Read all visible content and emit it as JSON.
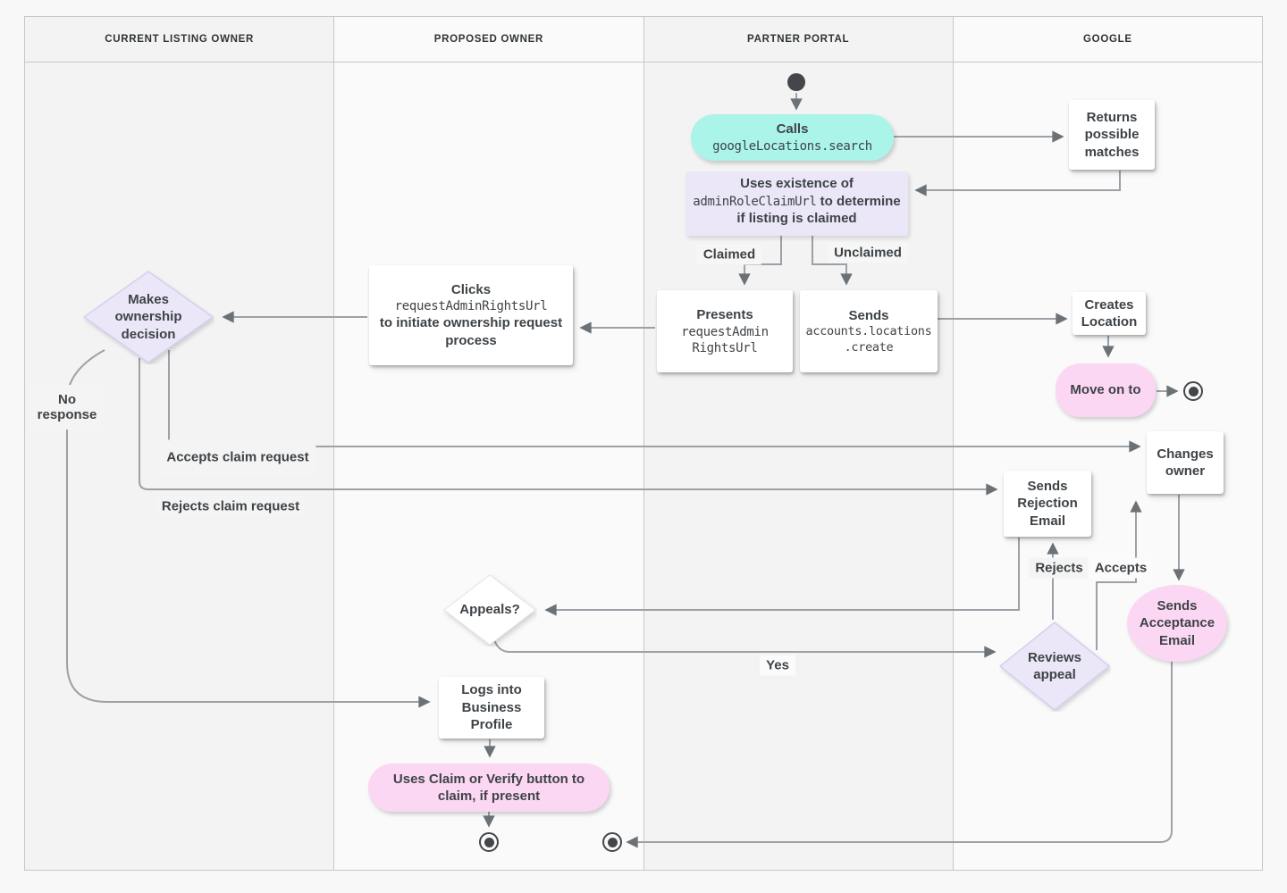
{
  "lanes": [
    {
      "label": "CURRENT LISTING OWNER"
    },
    {
      "label": "PROPOSED OWNER"
    },
    {
      "label": "PARTNER PORTAL"
    },
    {
      "label": "GOOGLE"
    }
  ],
  "nodes": {
    "calls": {
      "title": "Calls",
      "code": "googleLocations.search"
    },
    "returns_matches": {
      "label": "Returns possible matches"
    },
    "uses_existence": {
      "text_before": "Uses existence of ",
      "code": "adminRoleClaimUrl",
      "text_after": " to determine if listing is claimed"
    },
    "presents": {
      "title": "Presents",
      "code": "requestAdmin\nRightsUrl"
    },
    "sends_create": {
      "title": "Sends",
      "code": "accounts.locations\n.create"
    },
    "clicks": {
      "title": "Clicks",
      "code": "requestAdminRightsUrl",
      "text_after": "to initiate ownership request process"
    },
    "makes_decision": {
      "label": "Makes ownership decision"
    },
    "creates_location": {
      "label": "Creates Location"
    },
    "move_on_to": {
      "label": "Move on to"
    },
    "changes_owner": {
      "label": "Changes owner"
    },
    "sends_rejection": {
      "label": "Sends Rejection Email"
    },
    "reviews_appeal": {
      "label": "Reviews appeal"
    },
    "sends_acceptance": {
      "label": "Sends Acceptance Email"
    },
    "appeals": {
      "label": "Appeals?"
    },
    "logs_in": {
      "label": "Logs into Business Profile"
    },
    "uses_claim_button": {
      "label": "Uses Claim or Verify button to claim, if present"
    }
  },
  "edge_labels": {
    "claimed": "Claimed",
    "unclaimed": "Unclaimed",
    "accepts_claim": "Accepts claim request",
    "rejects_claim": "Rejects claim request",
    "no_response": "No response",
    "yes": "Yes",
    "rejects": "Rejects",
    "accepts": "Accepts"
  },
  "colors": {
    "teal": "#abf4ea",
    "lavender": "#ebe7f8",
    "pink": "#fbd7f4",
    "node": "#ffffff",
    "line": "#9ba1a7",
    "arrow": "#6c7176",
    "text": "#3e4347",
    "lane_a": "#f3f3f3",
    "lane_b": "#fafafa",
    "border": "#c7c7c7",
    "dot": "#43474b"
  }
}
